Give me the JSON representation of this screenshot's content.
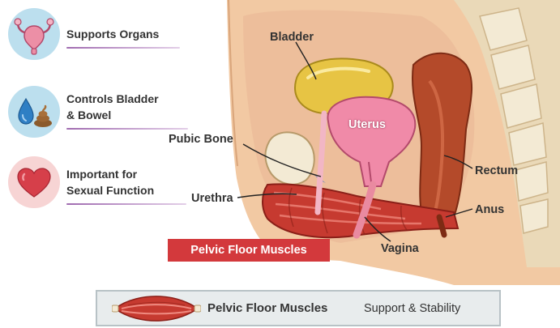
{
  "benefits": [
    {
      "label": "Supports Organs",
      "icon": "uterus-icon",
      "circle_color": "#bcdfee",
      "rule_color": "#a06bb0"
    },
    {
      "label_line1": "Controls Bladder",
      "label_line2": "& Bowel",
      "icon": "water-drop-and-stool-icon",
      "circle_color": "#bcdfee",
      "rule_color": "#a06bb0"
    },
    {
      "label_line1": "Important for",
      "label_line2": "Sexual Function",
      "icon": "heart-icon",
      "circle_color": "#f7d4d4",
      "rule_color": "#a06bb0"
    }
  ],
  "anatomy_labels": {
    "bladder": "Bladder",
    "uterus": "Uterus",
    "pubic_bone": "Pubic Bone",
    "rectum": "Rectum",
    "urethra": "Urethra",
    "anus": "Anus",
    "vagina": "Vagina"
  },
  "highlight_label": "Pelvic Floor Muscles",
  "legend": {
    "title": "Pelvic Floor Muscles",
    "subtitle": "Support & Stability",
    "icon": "muscle-icon"
  },
  "colors": {
    "muscle": "#c63a30",
    "tag_red": "#d3393c",
    "bladder": "#e7c444",
    "uterus": "#f08aa8",
    "bone": "#f3ead4",
    "skin": "#f2c9a3",
    "rectum": "#b44a2a"
  }
}
